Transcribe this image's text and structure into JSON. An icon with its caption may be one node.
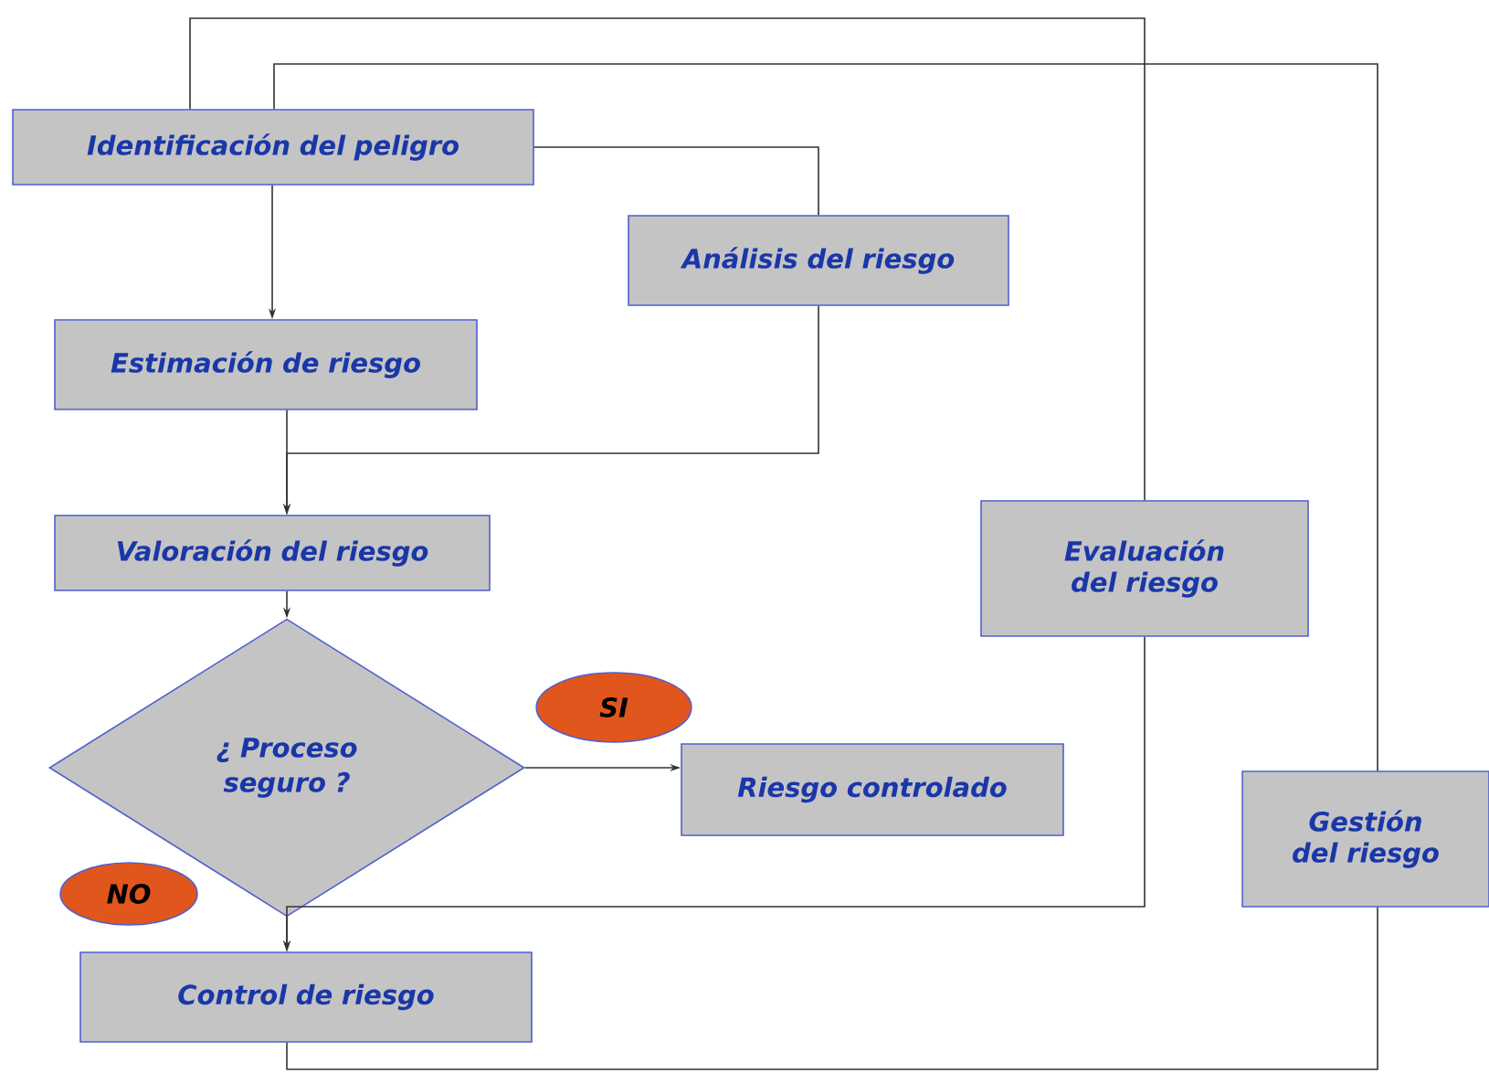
{
  "diagram": {
    "nodes": [
      {
        "text": [
          "Identificación del peligro"
        ]
      },
      {
        "text": [
          "Análisis del riesgo"
        ]
      },
      {
        "text": [
          "Estimación de riesgo"
        ]
      },
      {
        "text": [
          "Valoración del riesgo"
        ]
      },
      {
        "text": [
          "¿ Proceso seguro ?"
        ]
      },
      {
        "text": [
          "SI"
        ]
      },
      {
        "text": [
          "Riesgo controlado"
        ]
      },
      {
        "text": [
          "Evaluación del riesgo"
        ]
      },
      {
        "text": [
          "NO"
        ]
      },
      {
        "text": [
          "Gestión del riesgo"
        ]
      },
      {
        "text": [
          "Control de riesgo"
        ]
      }
    ],
    "edges": [
      {
        "from": 0,
        "to": 2,
        "arrow": "to"
      },
      {
        "from": 0,
        "to": 1,
        "arrow": "none"
      },
      {
        "from": 1,
        "to": 3,
        "arrow": "to"
      },
      {
        "from": 2,
        "to": 3,
        "arrow": "to"
      },
      {
        "from": 3,
        "to": 4,
        "arrow": "to"
      },
      {
        "from": 4,
        "to": 6,
        "arrow": "to"
      },
      {
        "from": 4,
        "to": 10,
        "arrow": "to"
      },
      {
        "from": 7,
        "to": 10,
        "arrow": "to"
      },
      {
        "from": 0,
        "to": 7,
        "arrow": "none"
      },
      {
        "from": 0,
        "to": 9,
        "arrow": "none"
      },
      {
        "from": 9,
        "to": 10,
        "arrow": "none"
      }
    ]
  }
}
